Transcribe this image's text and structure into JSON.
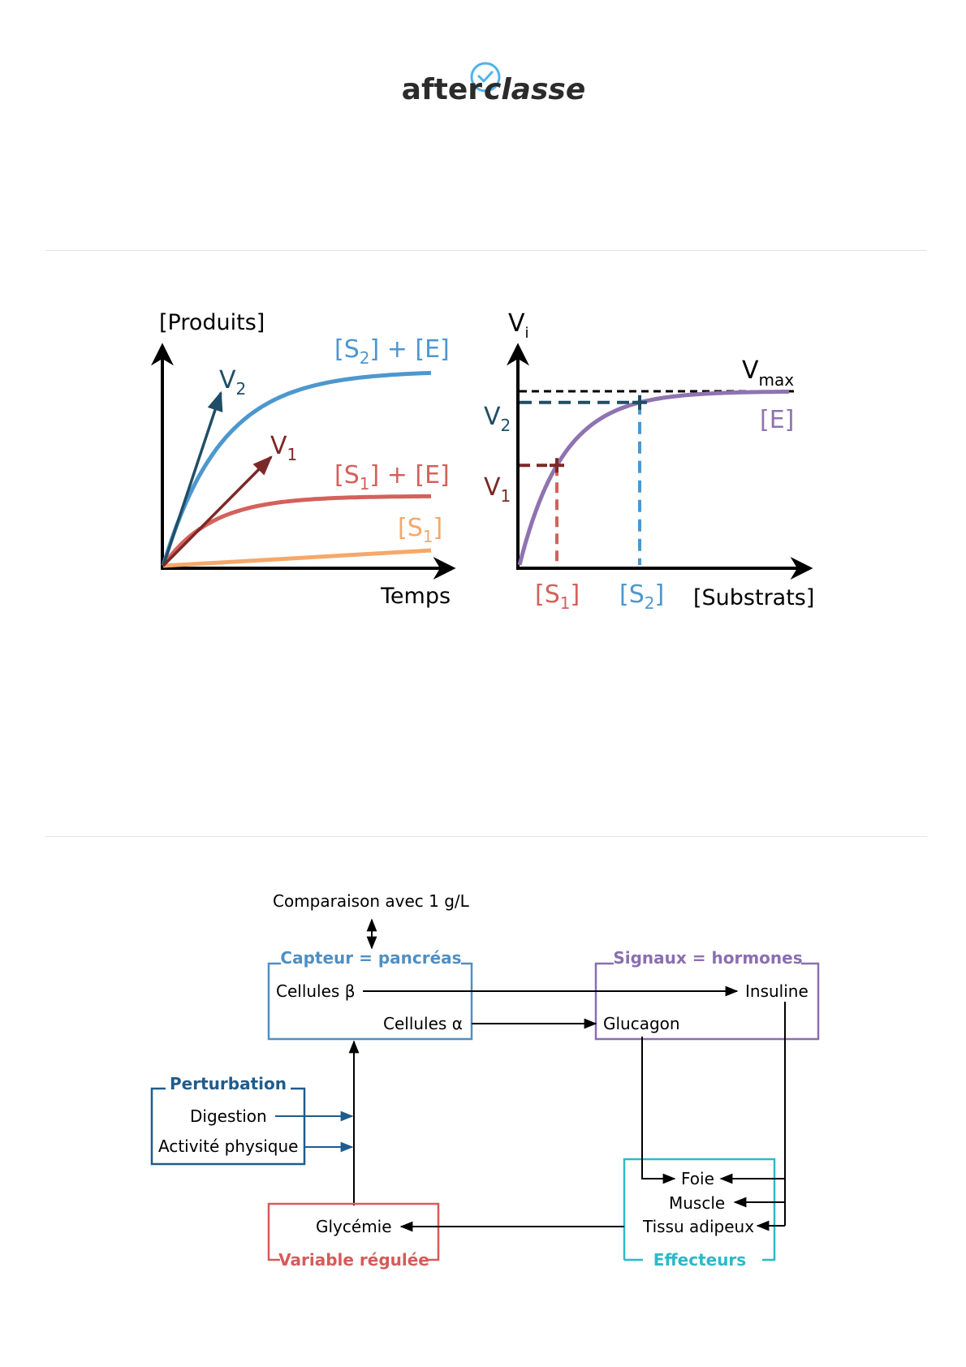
{
  "logo": {
    "part1": "after",
    "part2": "classe"
  },
  "colors": {
    "blue": "#4d97cf",
    "red": "#d4615c",
    "orange": "#f5a86a",
    "purple": "#8f73b0",
    "dark_blue": "#1f4e66",
    "dark_red": "#7d2828",
    "diagram_blue": "#4f8fc4",
    "diagram_purple": "#8a6fb0",
    "diagram_navy": "#1f5c8c",
    "diagram_red": "#d55b5b",
    "diagram_cyan": "#2cb9c9"
  },
  "chart_data": [
    {
      "type": "line",
      "ylabel": "[Produits]",
      "xlabel": "Temps",
      "series": [
        {
          "name": "[S2] + [E]",
          "label_base": "[S",
          "label_sub": "2",
          "label_rest": "] + [E]"
        },
        {
          "name": "[S1] + [E]",
          "label_base": "[S",
          "label_sub": "1",
          "label_rest": "] + [E]"
        },
        {
          "name": "[S1]",
          "label_base": "[S",
          "label_sub": "1",
          "label_rest": "]"
        }
      ],
      "tangents": [
        {
          "label_base": "V",
          "label_sub": "2"
        },
        {
          "label_base": "V",
          "label_sub": "1"
        }
      ]
    },
    {
      "type": "line",
      "ylabel_base": "V",
      "ylabel_sub": "i",
      "xlabel": "[Substrats]",
      "curve_label": "[E]",
      "vmax": {
        "base": "V",
        "sub": "max"
      },
      "y_marks": [
        {
          "base": "V",
          "sub": "2"
        },
        {
          "base": "V",
          "sub": "1"
        }
      ],
      "x_marks": [
        {
          "base": "[S",
          "sub": "1",
          "rest": "]"
        },
        {
          "base": "[S",
          "sub": "2",
          "rest": "]"
        }
      ]
    }
  ],
  "diagram": {
    "comparison": "Comparaison avec 1 g/L",
    "capteur": {
      "title": "Capteur = pancréas",
      "beta": "Cellules β",
      "alpha": "Cellules α"
    },
    "signaux": {
      "title": "Signaux = hormones",
      "insuline": "Insuline",
      "glucagon": "Glucagon"
    },
    "perturbation": {
      "title": "Perturbation",
      "digestion": "Digestion",
      "activite": "Activité physique"
    },
    "variable": {
      "title": "Variable régulée",
      "glycemie": "Glycémie"
    },
    "effecteurs": {
      "title": "Effecteurs",
      "foie": "Foie",
      "muscle": "Muscle",
      "tissu": "Tissu adipeux"
    }
  }
}
